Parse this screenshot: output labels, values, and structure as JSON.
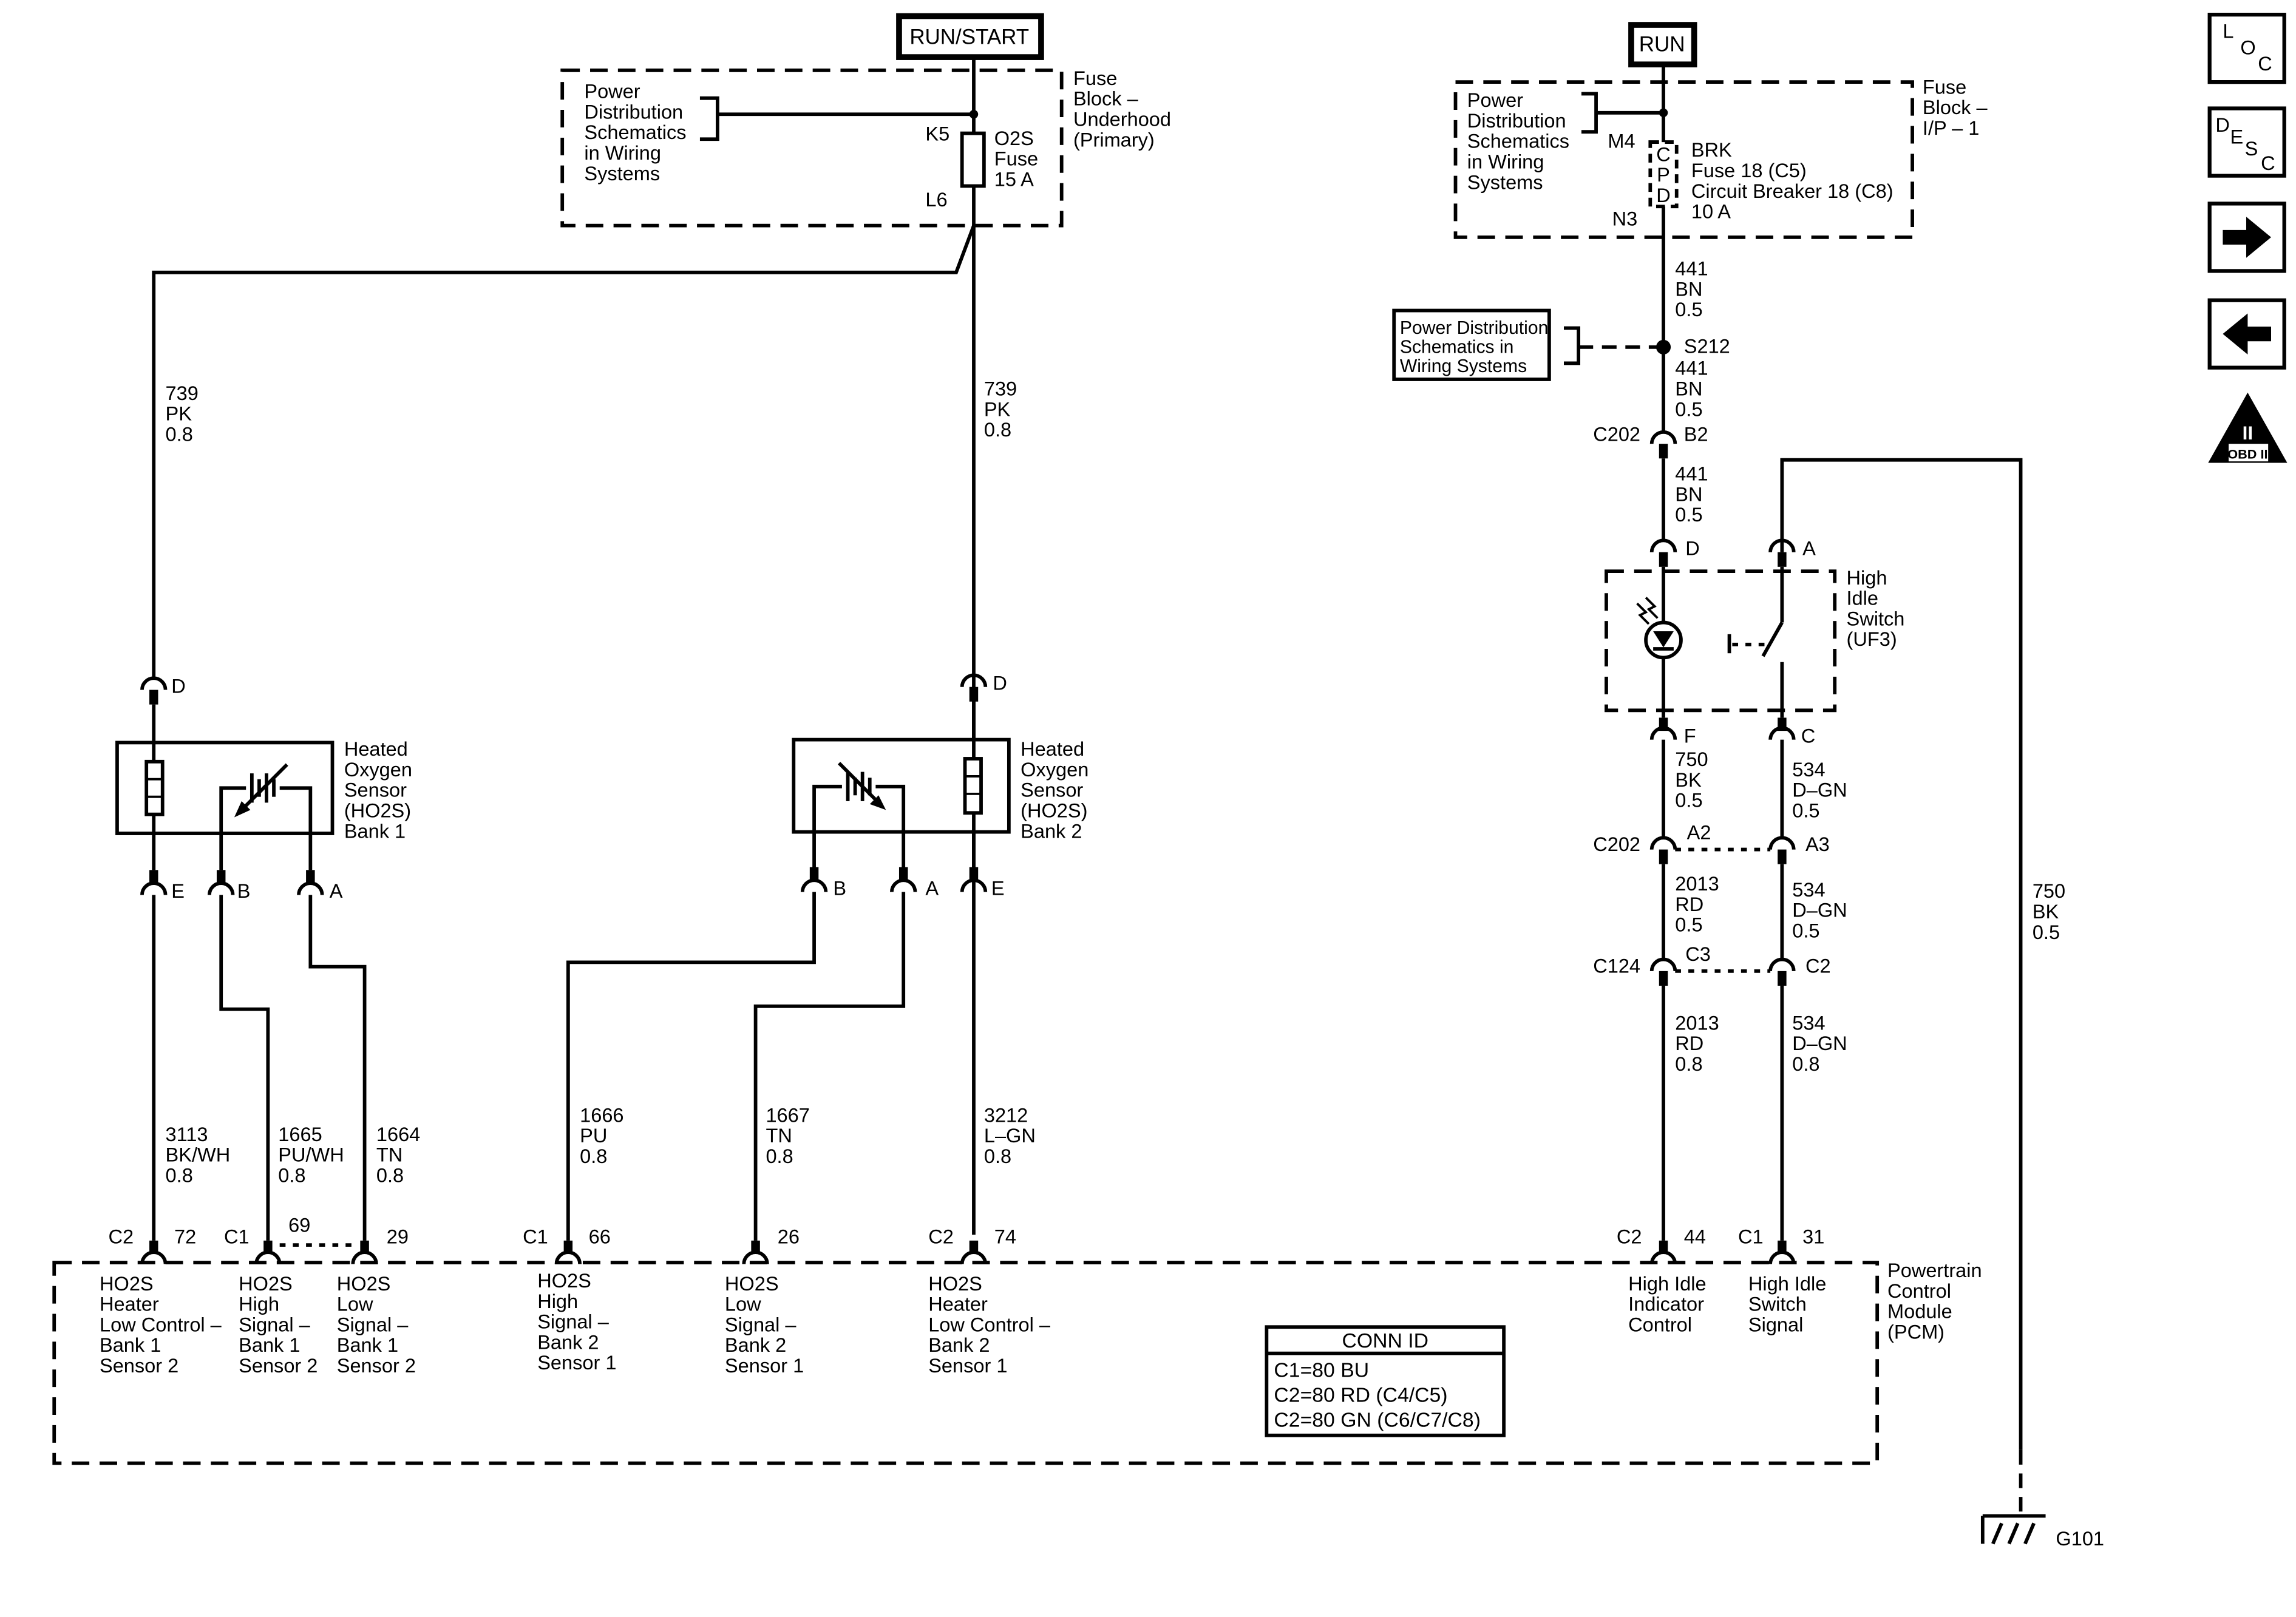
{
  "power": {
    "run_start": "RUN/START",
    "run": "RUN"
  },
  "fuse_underhood": {
    "ref_lines": [
      "Power",
      "Distribution",
      "Schematics",
      "in Wiring",
      "Systems"
    ],
    "title_lines": [
      "Fuse",
      "Block –",
      "Underhood",
      "(Primary)"
    ],
    "pin_in": "K5",
    "pin_out": "L6",
    "fuse_lines": [
      "O2S",
      "Fuse",
      "15 A"
    ]
  },
  "fuse_ip": {
    "ref_lines": [
      "Power",
      "Distribution",
      "Schematics",
      "in Wiring",
      "Systems"
    ],
    "title_lines": [
      "Fuse",
      "Block –",
      "I/P – 1"
    ],
    "pin_in": "M4",
    "pin_out": "N3",
    "cpd_letters": [
      "C",
      "P",
      "D"
    ],
    "fuse_lines": [
      "BRK",
      "Fuse 18 (C5)",
      "Circuit Breaker 18 (C8)",
      "10 A"
    ]
  },
  "pds_ref": {
    "lines": [
      "Power Distribution",
      "Schematics in",
      "Wiring  Systems"
    ],
    "splice": "S212"
  },
  "wires": {
    "w739_left": [
      "739",
      "PK",
      "0.8"
    ],
    "w739_right": [
      "739",
      "PK",
      "0.8"
    ],
    "w441_a": [
      "441",
      "BN",
      "0.5"
    ],
    "w441_b": [
      "441",
      "BN",
      "0.5"
    ],
    "w441_c": [
      "441",
      "BN",
      "0.5"
    ],
    "w750_f": [
      "750",
      "BK",
      "0.5"
    ],
    "w534_a": [
      "534",
      "D–GN",
      "0.5"
    ],
    "w2013_a": [
      "2013",
      "RD",
      "0.5"
    ],
    "w534_b": [
      "534",
      "D–GN",
      "0.5"
    ],
    "w2013_b": [
      "2013",
      "RD",
      "0.8"
    ],
    "w534_c": [
      "534",
      "D–GN",
      "0.8"
    ],
    "w750_g": [
      "750",
      "BK",
      "0.5"
    ],
    "w3113": [
      "3113",
      "BK/WH",
      "0.8"
    ],
    "w1665": [
      "1665",
      "PU/WH",
      "0.8"
    ],
    "w1664": [
      "1664",
      "TN",
      "0.8"
    ],
    "w1666": [
      "1666",
      "PU",
      "0.8"
    ],
    "w1667": [
      "1667",
      "TN",
      "0.8"
    ],
    "w3212": [
      "3212",
      "L–GN",
      "0.8"
    ]
  },
  "connectors": {
    "c202_top": "C202",
    "c202_top_pin": "B2",
    "c202_mid": "C202",
    "c202_a2": "A2",
    "c202_a3": "A3",
    "c124": "C124",
    "c124_c3": "C3",
    "c124_c2": "C2"
  },
  "ho2s_bank1": {
    "lines": [
      "Heated",
      "Oxygen",
      "Sensor",
      "(HO2S)",
      "Bank 1"
    ],
    "pin_d": "D",
    "pin_e": "E",
    "pin_b": "B",
    "pin_a": "A"
  },
  "ho2s_bank2": {
    "lines": [
      "Heated",
      "Oxygen",
      "Sensor",
      "(HO2S)",
      "Bank 2"
    ],
    "pin_d": "D",
    "pin_e": "E",
    "pin_b": "B",
    "pin_a": "A"
  },
  "high_idle": {
    "lines": [
      "High",
      "Idle",
      "Switch",
      "(UF3)"
    ],
    "pin_d": "D",
    "pin_a": "A",
    "pin_f": "F",
    "pin_c": "C"
  },
  "pcm": {
    "title_lines": [
      "Powertrain",
      "Control",
      "Module",
      "(PCM)"
    ],
    "pins": [
      {
        "conn": "C2",
        "pin": "72",
        "lines": [
          "HO2S",
          "Heater",
          "Low Control –",
          "Bank 1",
          "Sensor 2"
        ]
      },
      {
        "conn": "C1",
        "pin": "69",
        "lines": [
          "HO2S",
          "High",
          "Signal –",
          "Bank 1",
          "Sensor 2"
        ]
      },
      {
        "conn": "",
        "pin": "29",
        "lines": [
          "HO2S",
          "Low",
          "Signal –",
          "Bank 1",
          "Sensor 2"
        ]
      },
      {
        "conn": "C1",
        "pin": "66",
        "lines": [
          "HO2S",
          "High",
          "Signal –",
          "Bank 2",
          "Sensor 1"
        ]
      },
      {
        "conn": "",
        "pin": "26",
        "lines": [
          "HO2S",
          "Low",
          "Signal –",
          "Bank 2",
          "Sensor 1"
        ]
      },
      {
        "conn": "C2",
        "pin": "74",
        "lines": [
          "HO2S",
          "Heater",
          "Low Control –",
          "Bank 2",
          "Sensor 1"
        ]
      },
      {
        "conn": "C2",
        "pin": "44",
        "lines": [
          "High Idle",
          "Indicator",
          "Control"
        ]
      },
      {
        "conn": "C1",
        "pin": "31",
        "lines": [
          "High Idle",
          "Switch",
          "Signal"
        ]
      }
    ]
  },
  "conn_id": {
    "title": "CONN ID",
    "rows": [
      "C1=80 BU",
      "C2=80 RD (C4/C5)",
      "C2=80 GN (C6/C7/C8)"
    ]
  },
  "ground": "G101",
  "nav": {
    "loc": [
      "L",
      "O",
      "C"
    ],
    "desc": [
      "D",
      "E",
      "S",
      "C"
    ],
    "obd_top": "II",
    "obd_bottom": "OBD II"
  }
}
